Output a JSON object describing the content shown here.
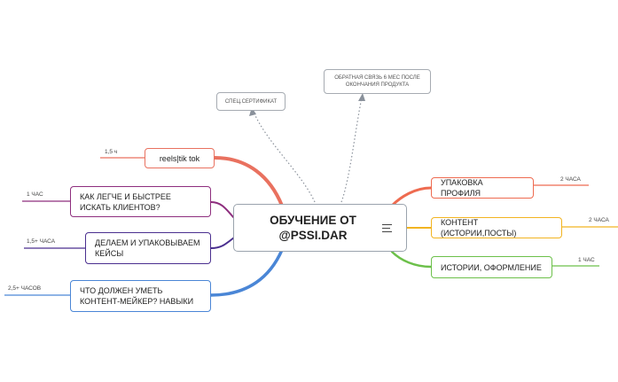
{
  "map": {
    "central": {
      "title": "ОБУЧЕНИЕ ОТ @PSSI.DAR"
    },
    "notes": {
      "certificate": "СПЕЦ.СЕРТИФИКАТ",
      "feedback": "ОБРАТНАЯ СВЯЗЬ 6 МЕС ПОСЛЕ ОКОНЧАНИЯ ПРОДУКТА"
    },
    "branches": {
      "reels": {
        "label": "reels|tik tok",
        "time": "1,5 ч",
        "color": "#e9715f"
      },
      "clients": {
        "label": "КАК ЛЕГЧЕ И БЫСТРЕЕ ИСКАТЬ КЛИЕНТОВ?",
        "time": "1 ЧАС",
        "color": "#8e2e7e"
      },
      "cases": {
        "label": "ДЕЛАЕМ И УПАКОВЫВАЕМ КЕЙСЫ",
        "time": "1,5+ ЧАСА",
        "color": "#4a2f8f"
      },
      "skills": {
        "label": "ЧТО ДОЛЖЕН УМЕТЬ КОНТЕНТ-МЕЙКЕР? НАВЫКИ",
        "time": "2,5+ ЧАСОВ",
        "color": "#4a86d6"
      },
      "profile": {
        "label": "УПАКОВКА ПРОФИЛЯ",
        "time": "2 ЧАСА",
        "color": "#ee6b50"
      },
      "content": {
        "label": "КОНТЕНТ (ИСТОРИИ,ПОСТЫ)",
        "time": "2 ЧАСА",
        "color": "#f2b421"
      },
      "stories": {
        "label": "ИСТОРИИ, ОФОРМЛЕНИЕ",
        "time": "1 ЧАС",
        "color": "#6cc04a"
      }
    },
    "note_link_color": "#8a919b"
  }
}
